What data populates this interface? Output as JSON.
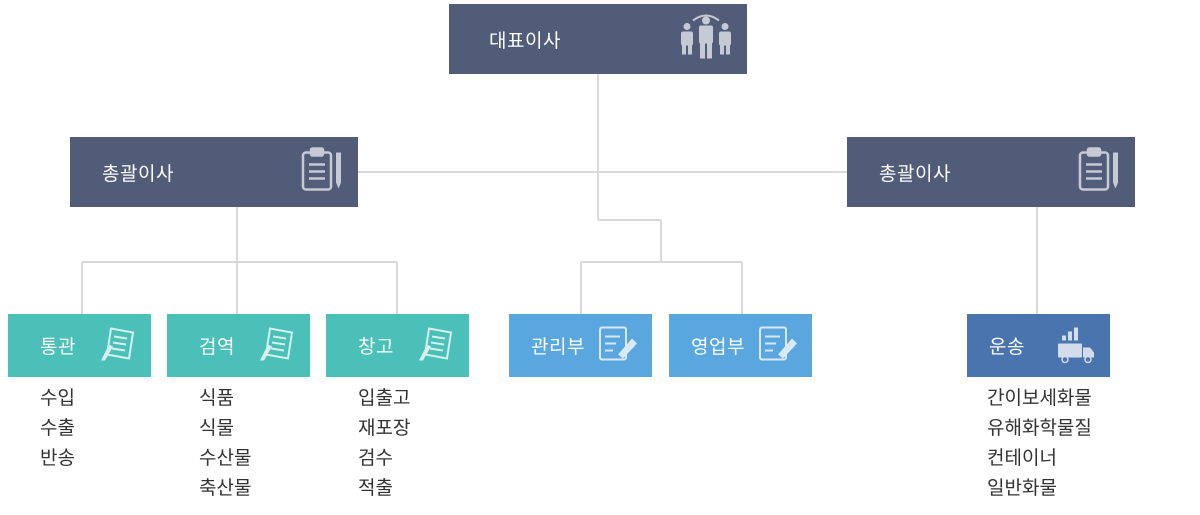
{
  "ceo": {
    "label": "대표이사",
    "icon": "people-group-icon"
  },
  "directors": [
    {
      "label": "총괄이사",
      "icon": "clipboard-icon"
    },
    {
      "label": "총괄이사",
      "icon": "clipboard-icon"
    }
  ],
  "departments": [
    {
      "label": "통관",
      "icon": "document-pen-icon",
      "items": [
        "수입",
        "수출",
        "반송"
      ]
    },
    {
      "label": "검역",
      "icon": "document-pen-icon",
      "items": [
        "식품",
        "식물",
        "수산물",
        "축산물"
      ]
    },
    {
      "label": "창고",
      "icon": "document-pen-icon",
      "items": [
        "입출고",
        "재포장",
        "검수",
        "적출"
      ]
    },
    {
      "label": "관리부",
      "icon": "form-edit-icon",
      "items": []
    },
    {
      "label": "영업부",
      "icon": "form-edit-icon",
      "items": []
    },
    {
      "label": "운송",
      "icon": "truck-icon",
      "items": [
        "간이보세화물",
        "유해화학물질",
        "컨테이너",
        "일반화물"
      ]
    }
  ],
  "colors": {
    "navy": "#515d78",
    "teal": "#4bc0b8",
    "sky": "#5aa7e0",
    "royal": "#4a74ad",
    "connector": "#d9d9d9"
  }
}
